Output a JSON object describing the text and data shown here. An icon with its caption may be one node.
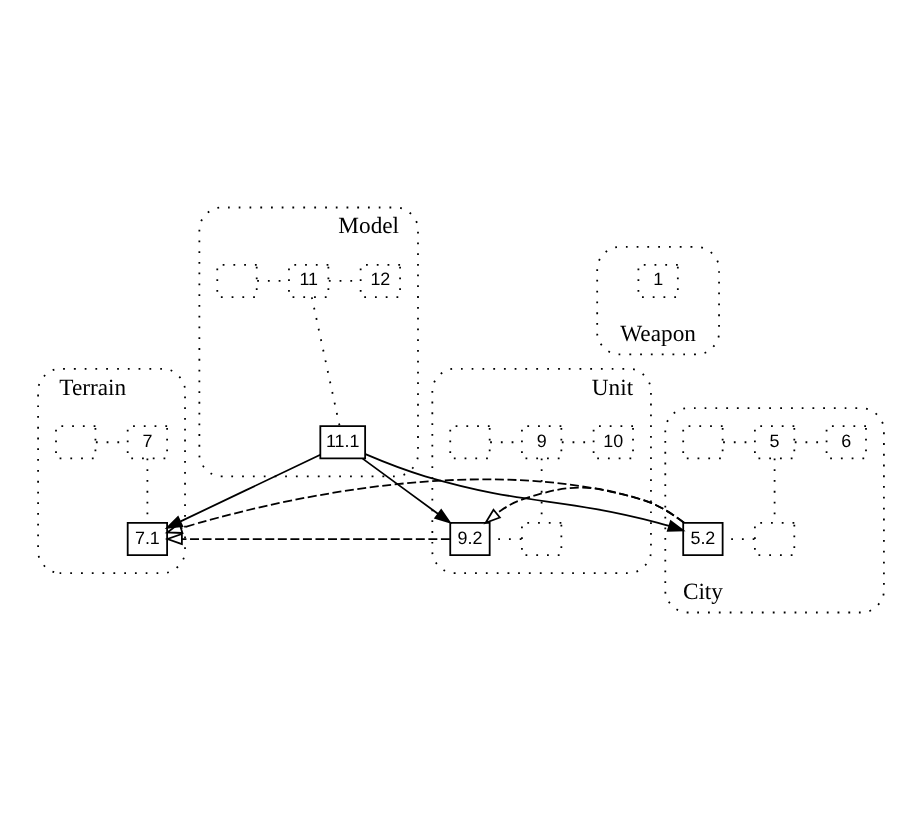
{
  "diagram": {
    "nodes": [
      {
        "text": [
          "Model"
        ]
      },
      {
        "text": [],
        "shape": "box",
        "in": 0
      },
      {
        "text": [
          "11"
        ],
        "in": 0
      },
      {
        "text": [
          "12"
        ],
        "in": 0
      },
      {
        "text": [
          "11.1"
        ],
        "in": 0
      },
      {
        "text": [
          "Terrain"
        ]
      },
      {
        "text": [],
        "shape": "box",
        "in": 5
      },
      {
        "text": [
          "7"
        ],
        "in": 5
      },
      {
        "text": [
          "7.1"
        ],
        "in": 5
      },
      {
        "text": [
          "Unit"
        ]
      },
      {
        "text": [],
        "shape": "box",
        "in": 9
      },
      {
        "text": [
          "9"
        ],
        "in": 9
      },
      {
        "text": [
          "10"
        ],
        "in": 9
      },
      {
        "text": [],
        "shape": "box",
        "in": 9
      },
      {
        "text": [
          "9.2"
        ],
        "in": 9
      },
      {
        "text": [
          "City"
        ]
      },
      {
        "text": [],
        "shape": "box",
        "in": 15
      },
      {
        "text": [
          "5"
        ],
        "in": 15
      },
      {
        "text": [
          "6"
        ],
        "in": 15
      },
      {
        "text": [],
        "shape": "box",
        "in": 15
      },
      {
        "text": [
          "5.2"
        ],
        "in": 15
      },
      {
        "text": [
          "Weapon"
        ]
      },
      {
        "text": [
          "1"
        ],
        "in": 21
      }
    ],
    "edges": [
      {
        "from": 1,
        "to": 2,
        "arrow": "none",
        "style": "dashed"
      },
      {
        "from": 2,
        "to": 3,
        "arrow": "none",
        "style": "dashed"
      },
      {
        "from": 2,
        "to": 4,
        "arrow": "none",
        "style": "dashed"
      },
      {
        "from": 6,
        "to": 7,
        "arrow": "none",
        "style": "dashed"
      },
      {
        "from": 7,
        "to": 8,
        "arrow": "none",
        "style": "dashed"
      },
      {
        "from": 10,
        "to": 11,
        "arrow": "none",
        "style": "dashed"
      },
      {
        "from": 11,
        "to": 12,
        "arrow": "none",
        "style": "dashed"
      },
      {
        "from": 11,
        "to": 13,
        "arrow": "none",
        "style": "dashed"
      },
      {
        "from": 13,
        "to": 14,
        "arrow": "none",
        "style": "dashed"
      },
      {
        "from": 16,
        "to": 17,
        "arrow": "none",
        "style": "dashed"
      },
      {
        "from": 17,
        "to": 18,
        "arrow": "none",
        "style": "dashed"
      },
      {
        "from": 17,
        "to": 19,
        "arrow": "none",
        "style": "dashed"
      },
      {
        "from": 19,
        "to": 20,
        "arrow": "none",
        "style": "dashed"
      },
      {
        "from": 4,
        "to": 8,
        "arrow": "to"
      },
      {
        "from": 4,
        "to": 20,
        "arrow": "to"
      },
      {
        "from": 4,
        "to": 14,
        "arrow": "to"
      },
      {
        "from": 14,
        "to": 8,
        "arrow": "to",
        "style": "dashed"
      },
      {
        "from": 20,
        "to": 8,
        "arrow": "to",
        "style": "dashed"
      },
      {
        "from": 20,
        "to": 14,
        "arrow": "to",
        "style": "dashed"
      }
    ]
  }
}
